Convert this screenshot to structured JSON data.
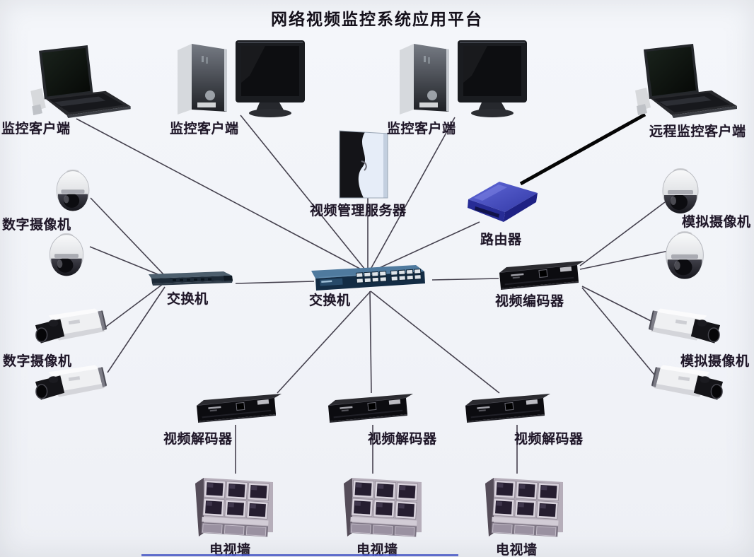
{
  "title": "网络视频监控系统应用平台",
  "nodes": {
    "client1": {
      "label": "监控客户端",
      "type": "laptop"
    },
    "client2": {
      "label": "监控客户端",
      "type": "desktop"
    },
    "client3": {
      "label": "监控客户端",
      "type": "desktop"
    },
    "remoteClient": {
      "label": "远程监控客户端",
      "type": "laptop"
    },
    "server": {
      "label": "视频管理服务器",
      "type": "server-tower"
    },
    "router": {
      "label": "路由器",
      "type": "router"
    },
    "digitalCamsTop": {
      "label": "数字摄像机",
      "type": "dome-camera-pair"
    },
    "digitalCamsBottom": {
      "label": "数字摄像机",
      "type": "box-camera-pair"
    },
    "switchLeft": {
      "label": "交换机",
      "type": "switch"
    },
    "switchCenter": {
      "label": "交换机",
      "type": "switch"
    },
    "encoder": {
      "label": "视频编码器",
      "type": "video-encoder"
    },
    "analogCamsTop": {
      "label": "模拟摄像机",
      "type": "dome-camera-pair"
    },
    "analogCamsBottom": {
      "label": "模拟摄像机",
      "type": "box-camera-pair"
    },
    "decoder1": {
      "label": "视频解码器",
      "type": "video-decoder"
    },
    "decoder2": {
      "label": "视频解码器",
      "type": "video-decoder"
    },
    "decoder3": {
      "label": "视频解码器",
      "type": "video-decoder"
    },
    "tvwall1": {
      "label": "电视墙",
      "type": "tv-wall"
    },
    "tvwall2": {
      "label": "电视墙",
      "type": "tv-wall"
    },
    "tvwall3": {
      "label": "电视墙",
      "type": "tv-wall"
    }
  },
  "edges": [
    {
      "from": "client1",
      "to": "switchCenter",
      "style": "thin"
    },
    {
      "from": "client2",
      "to": "switchCenter",
      "style": "thin"
    },
    {
      "from": "client3",
      "to": "switchCenter",
      "style": "thin"
    },
    {
      "from": "server",
      "to": "switchCenter",
      "style": "thin"
    },
    {
      "from": "router",
      "to": "switchCenter",
      "style": "thin"
    },
    {
      "from": "remoteClient",
      "to": "router",
      "style": "thick"
    },
    {
      "from": "switchLeft",
      "to": "switchCenter",
      "style": "thin"
    },
    {
      "from": "switchCenter",
      "to": "encoder",
      "style": "thin"
    },
    {
      "from": "digitalCamsTop",
      "to": "switchLeft",
      "style": "thin"
    },
    {
      "from": "digitalCamsBottom",
      "to": "switchLeft",
      "style": "thin"
    },
    {
      "from": "encoder",
      "to": "analogCamsTop",
      "style": "thin"
    },
    {
      "from": "encoder",
      "to": "analogCamsBottom",
      "style": "thin"
    },
    {
      "from": "switchCenter",
      "to": "decoder1",
      "style": "thin"
    },
    {
      "from": "switchCenter",
      "to": "decoder2",
      "style": "thin"
    },
    {
      "from": "switchCenter",
      "to": "decoder3",
      "style": "thin"
    },
    {
      "from": "decoder1",
      "to": "tvwall1",
      "style": "thin"
    },
    {
      "from": "decoder2",
      "to": "tvwall2",
      "style": "thin"
    },
    {
      "from": "decoder3",
      "to": "tvwall3",
      "style": "thin"
    }
  ],
  "colors": {
    "background": "#f2f4f8",
    "label_text": "#1f1728",
    "line": "#45414e",
    "thick_line": "#050505",
    "router_blue": "#3a41b4",
    "switch_blue": "#4f7a9e",
    "server_panel": "#e6edf8",
    "bottom_strip": "#4656c6"
  }
}
